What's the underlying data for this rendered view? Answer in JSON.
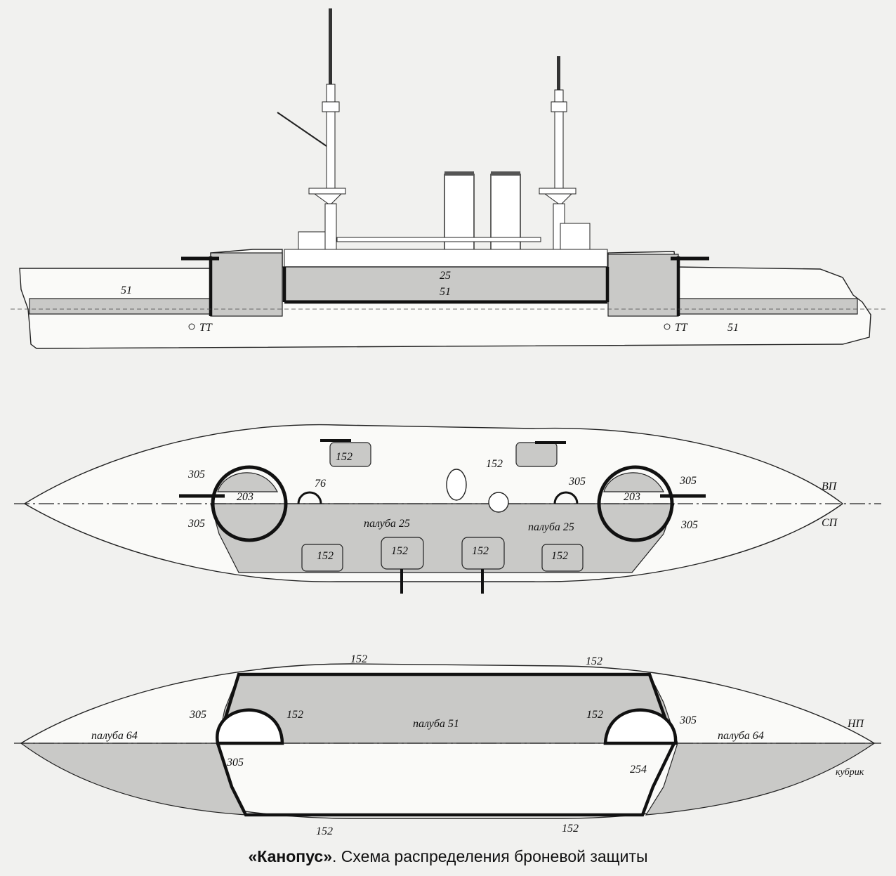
{
  "profile": {
    "labels": {
      "bow_belt": "51",
      "citadel_upper": "25",
      "citadel_lower": "51",
      "tt_fore": "TT",
      "tt_aft": "TT",
      "stern_belt": "51"
    }
  },
  "upper_plan": {
    "labels": {
      "vp": "ВП",
      "sp": "СП",
      "barbette_fwd_outer_top": "305",
      "barbette_fwd_outer_bottom": "305",
      "barbette_aft_outer_top": "305",
      "barbette_aft_outer_bottom": "305",
      "barbette_aft_inner": "305",
      "turret_fwd": "203",
      "turret_aft": "203",
      "gun_76": "76",
      "casemate_top_left": "152",
      "casemate_top_right": "152",
      "casemate_bottom_1": "152",
      "casemate_bottom_2": "152",
      "casemate_bottom_3": "152",
      "casemate_bottom_4": "152",
      "deck_fwd": "палуба 25",
      "deck_aft": "палуба 25"
    }
  },
  "lower_plan": {
    "labels": {
      "np": "НП",
      "top_side_left": "152",
      "top_side_right": "152",
      "bottom_side_left": "152",
      "bottom_side_right": "152",
      "bulkhead_fwd": "152",
      "bulkhead_aft": "152",
      "barbette_fwd_top": "305",
      "barbette_fwd_bottom": "305",
      "barbette_aft_top": "305",
      "barbette_aft_254": "254",
      "deck_center": "палуба 51",
      "deck_bow": "палуба 64",
      "deck_stern": "палуба 64",
      "kubrik": "кубрик"
    }
  },
  "caption": {
    "title": "«Канопус»",
    "text": ". Схема распределения броневой защиты"
  }
}
